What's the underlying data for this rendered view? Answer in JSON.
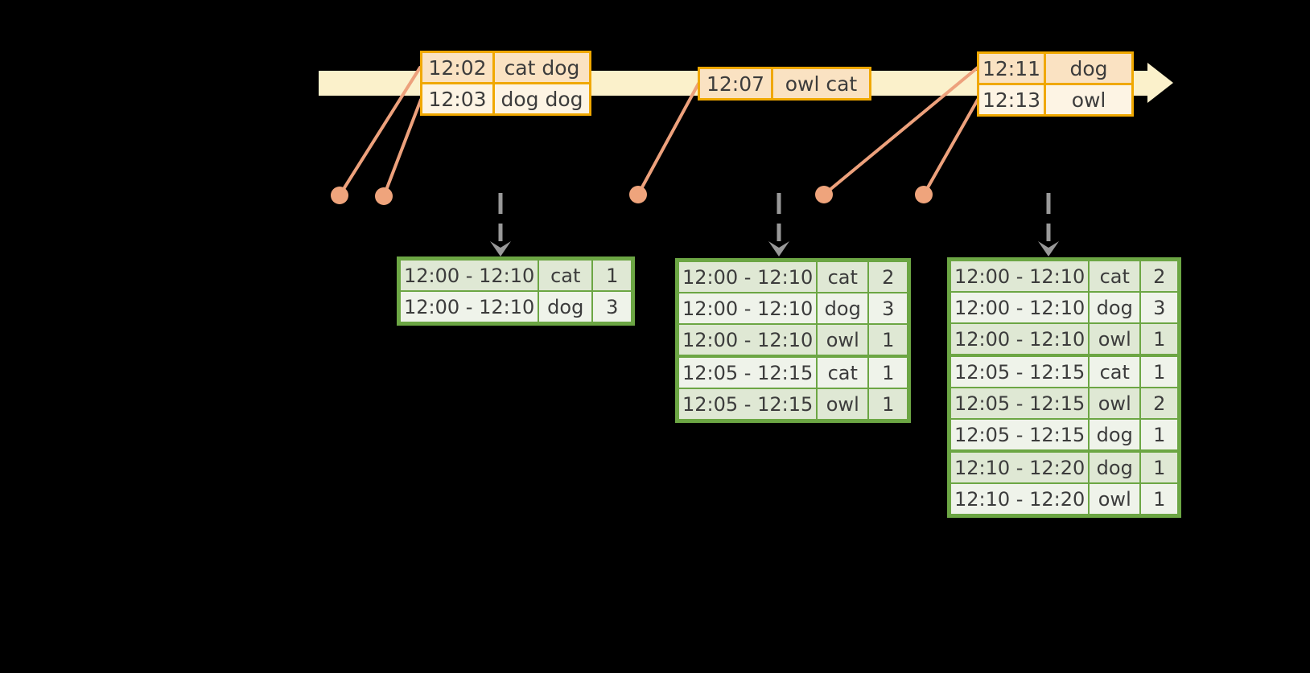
{
  "colors": {
    "background": "#000000",
    "timeline_fill": "#FBF1CB",
    "input_table_border": "#F0A800",
    "input_row_dark": "#FAE2C2",
    "input_row_light": "#FDF4E4",
    "event_dot": "#EFA47C",
    "connector_line": "#EDA17C",
    "trigger_arrow_gray": "#999999",
    "result_table_border": "#6CA644",
    "result_row_dark": "#DFE8D4",
    "result_row_light": "#EFF3EA",
    "text": "#3C3C3C"
  },
  "icons": {
    "timeline-arrow": "right-arrow shape",
    "event-dot": "filled circle",
    "trigger-arrow": "dashed down arrow"
  },
  "input_tables": [
    {
      "name": "input-batch-1",
      "rows": [
        [
          "12:02",
          "cat dog"
        ],
        [
          "12:03",
          "dog dog"
        ]
      ]
    },
    {
      "name": "input-batch-2",
      "rows": [
        [
          "12:07",
          "owl cat"
        ]
      ]
    },
    {
      "name": "input-batch-3",
      "rows": [
        [
          "12:11",
          "dog"
        ],
        [
          "12:13",
          "owl"
        ]
      ]
    }
  ],
  "result_tables": [
    {
      "name": "result-table-1",
      "group_starts": [],
      "rows": [
        [
          "12:00 - 12:10",
          "cat",
          "1"
        ],
        [
          "12:00 - 12:10",
          "dog",
          "3"
        ]
      ]
    },
    {
      "name": "result-table-2",
      "group_starts": [
        3
      ],
      "rows": [
        [
          "12:00 - 12:10",
          "cat",
          "2"
        ],
        [
          "12:00 - 12:10",
          "dog",
          "3"
        ],
        [
          "12:00 - 12:10",
          "owl",
          "1"
        ],
        [
          "12:05 - 12:15",
          "cat",
          "1"
        ],
        [
          "12:05 - 12:15",
          "owl",
          "1"
        ]
      ]
    },
    {
      "name": "result-table-3",
      "group_starts": [
        3,
        6
      ],
      "rows": [
        [
          "12:00 - 12:10",
          "cat",
          "2"
        ],
        [
          "12:00 - 12:10",
          "dog",
          "3"
        ],
        [
          "12:00 - 12:10",
          "owl",
          "1"
        ],
        [
          "12:05 - 12:15",
          "cat",
          "1"
        ],
        [
          "12:05 - 12:15",
          "owl",
          "2"
        ],
        [
          "12:05 - 12:15",
          "dog",
          "1"
        ],
        [
          "12:10 - 12:20",
          "dog",
          "1"
        ],
        [
          "12:10 - 12:20",
          "owl",
          "1"
        ]
      ]
    }
  ]
}
